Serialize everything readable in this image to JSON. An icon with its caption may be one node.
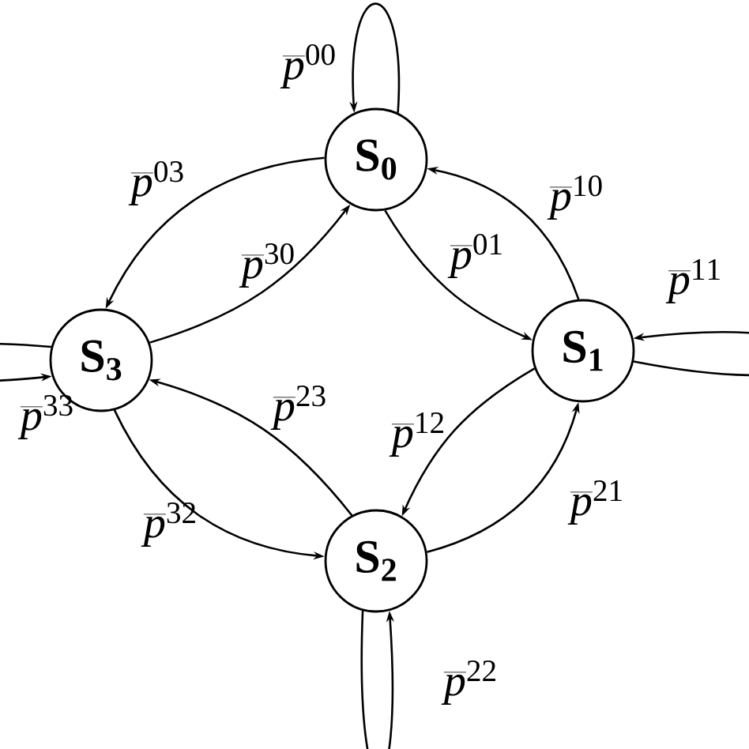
{
  "diagram": {
    "nodes": [
      {
        "text": [
          "S$_{0}$"
        ]
      },
      {
        "text": [
          "S$_{1}$"
        ]
      },
      {
        "text": [
          "S$_{2}$"
        ]
      },
      {
        "text": [
          "S$_{3}$"
        ]
      }
    ],
    "edges": [
      {
        "from": 0,
        "to": 0,
        "arrow": "to",
        "label": "\\overline{p}^{00}"
      },
      {
        "from": 0,
        "to": 3,
        "arrow": "to",
        "label": "\\overline{p}^{03}"
      },
      {
        "from": 3,
        "to": 0,
        "arrow": "to",
        "label": "\\overline{p}^{30}"
      },
      {
        "from": 1,
        "to": 0,
        "arrow": "to",
        "label": "\\overline{p}^{10}"
      },
      {
        "from": 0,
        "to": 1,
        "arrow": "to",
        "label": "\\overline{p}^{01}"
      },
      {
        "from": 1,
        "to": 1,
        "arrow": "to",
        "label": "\\overline{p}^{11}"
      },
      {
        "from": 2,
        "to": 3,
        "arrow": "to",
        "label": "\\overline{p}^{23}"
      },
      {
        "from": 3,
        "to": 2,
        "arrow": "to",
        "label": "\\overline{p}^{32}"
      },
      {
        "from": 1,
        "to": 2,
        "arrow": "to",
        "label": "\\overline{p}^{12}"
      },
      {
        "from": 2,
        "to": 1,
        "arrow": "to",
        "label": "\\overline{p}^{21}"
      },
      {
        "from": 2,
        "to": 2,
        "arrow": "to",
        "label": "\\overline{p}^{22}"
      },
      {
        "from": 3,
        "to": 3,
        "arrow": "to",
        "label": "\\overline{p}^{33}"
      }
    ]
  }
}
